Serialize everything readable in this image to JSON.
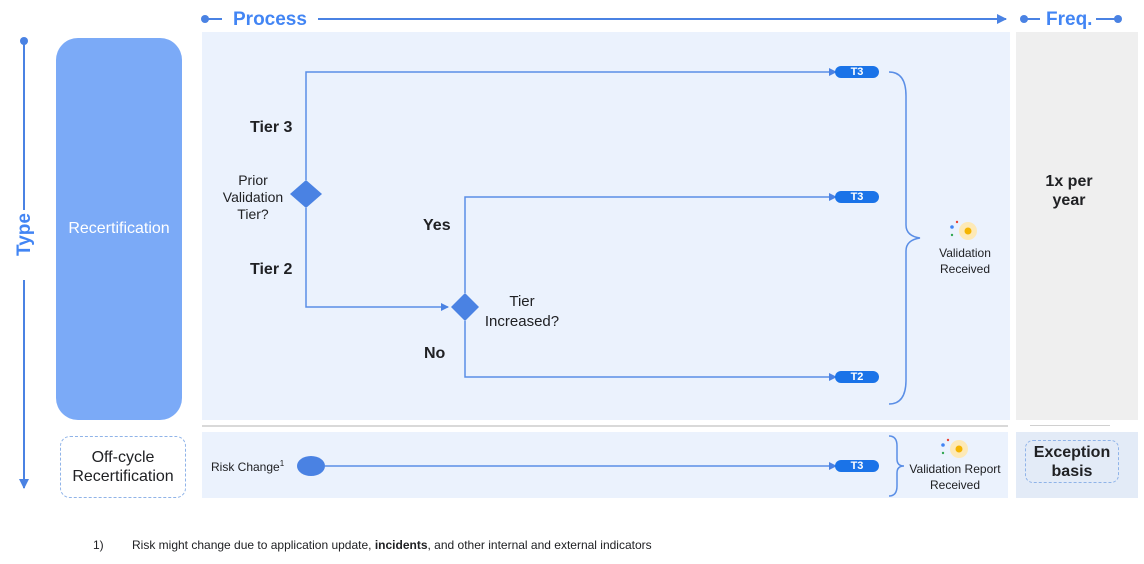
{
  "headers": {
    "process": "Process",
    "freq": "Freq.",
    "type": "Type"
  },
  "rows": {
    "recertification": "Recertification",
    "offcycle": "Off-cycle\nRecertification"
  },
  "flow": {
    "prior_validation": "Prior\nValidation\nTier?",
    "tier3": "Tier 3",
    "tier2": "Tier 2",
    "yes": "Yes",
    "no": "No",
    "tier_increased": "Tier\nIncreased?",
    "tag_top": "T3",
    "tag_mid": "T3",
    "tag_bottom": "T2",
    "validation_received": "Validation\nReceived",
    "risk_change": "Risk Change",
    "risk_change_sup": "1",
    "tag_offcycle": "T3",
    "validation_report": "Validation Report\nReceived"
  },
  "frequency": {
    "recert": "1x per\nyear",
    "offcycle": "Exception\nbasis"
  },
  "footnote": {
    "number": "1)",
    "text_before": "Risk might change due to application update, ",
    "text_bold": "incidents",
    "text_after": ", and other internal and external indicators"
  },
  "colors": {
    "accent": "#4285f4",
    "line": "#5a8ee6",
    "tag": "#1a73e8",
    "panel": "#ebf2fd"
  }
}
